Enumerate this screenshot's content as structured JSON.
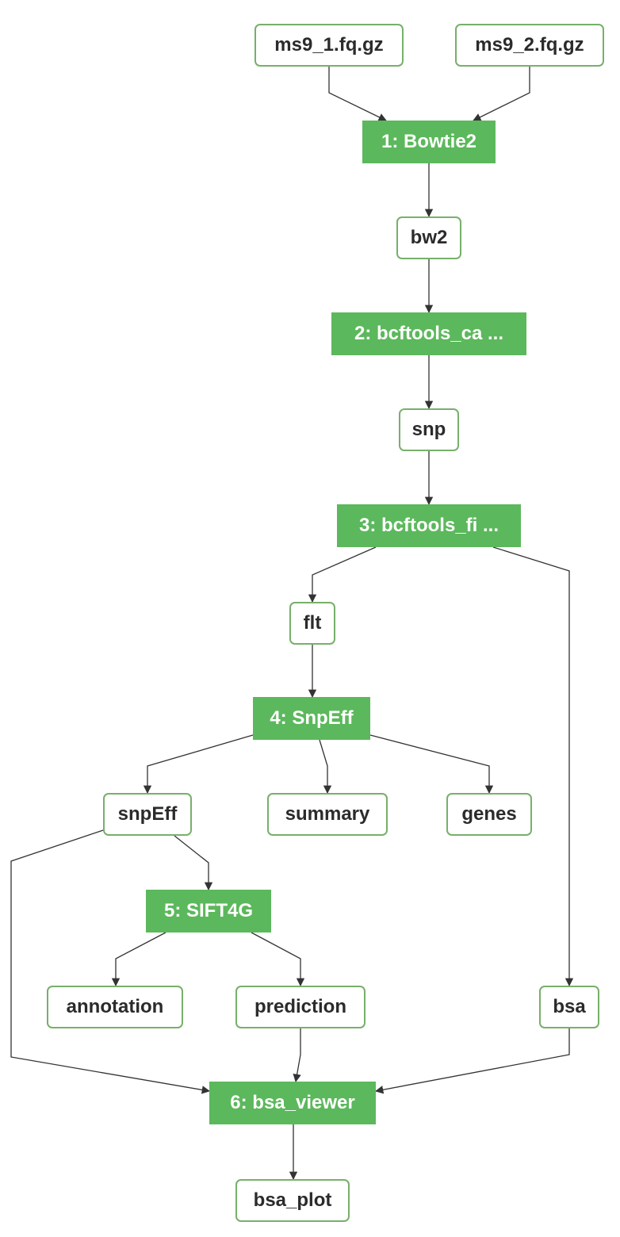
{
  "colors": {
    "tool_fill": "#5cb85c",
    "tool_text": "#ffffff",
    "data_border": "#77b06a",
    "data_text": "#2b2b2b",
    "edge": "#333333"
  },
  "nodes": [
    {
      "id": "ms9_1",
      "kind": "data",
      "label": "ms9_1.fq.gz"
    },
    {
      "id": "ms9_2",
      "kind": "data",
      "label": "ms9_2.fq.gz"
    },
    {
      "id": "bowtie2",
      "kind": "tool",
      "label": "1: Bowtie2"
    },
    {
      "id": "bw2",
      "kind": "data",
      "label": "bw2"
    },
    {
      "id": "bcftools_call",
      "kind": "tool",
      "label": "2: bcftools_ca ..."
    },
    {
      "id": "snp",
      "kind": "data",
      "label": "snp"
    },
    {
      "id": "bcftools_filter",
      "kind": "tool",
      "label": "3: bcftools_fi ..."
    },
    {
      "id": "flt",
      "kind": "data",
      "label": "flt"
    },
    {
      "id": "snpeff_tool",
      "kind": "tool",
      "label": "4: SnpEff"
    },
    {
      "id": "snpeff_out",
      "kind": "data",
      "label": "snpEff"
    },
    {
      "id": "summary",
      "kind": "data",
      "label": "summary"
    },
    {
      "id": "genes",
      "kind": "data",
      "label": "genes"
    },
    {
      "id": "sift4g",
      "kind": "tool",
      "label": "5: SIFT4G"
    },
    {
      "id": "annotation",
      "kind": "data",
      "label": "annotation"
    },
    {
      "id": "prediction",
      "kind": "data",
      "label": "prediction"
    },
    {
      "id": "bsa",
      "kind": "data",
      "label": "bsa"
    },
    {
      "id": "bsa_viewer",
      "kind": "tool",
      "label": "6: bsa_viewer"
    },
    {
      "id": "bsa_plot",
      "kind": "data",
      "label": "bsa_plot"
    }
  ],
  "edges": [
    {
      "from": "ms9_1",
      "to": "bowtie2"
    },
    {
      "from": "ms9_2",
      "to": "bowtie2"
    },
    {
      "from": "bowtie2",
      "to": "bw2"
    },
    {
      "from": "bw2",
      "to": "bcftools_call"
    },
    {
      "from": "bcftools_call",
      "to": "snp"
    },
    {
      "from": "snp",
      "to": "bcftools_filter"
    },
    {
      "from": "bcftools_filter",
      "to": "flt"
    },
    {
      "from": "bcftools_filter",
      "to": "bsa"
    },
    {
      "from": "flt",
      "to": "snpeff_tool"
    },
    {
      "from": "snpeff_tool",
      "to": "snpeff_out"
    },
    {
      "from": "snpeff_tool",
      "to": "summary"
    },
    {
      "from": "snpeff_tool",
      "to": "genes"
    },
    {
      "from": "snpeff_out",
      "to": "sift4g"
    },
    {
      "from": "snpeff_out",
      "to": "bsa_viewer"
    },
    {
      "from": "sift4g",
      "to": "annotation"
    },
    {
      "from": "sift4g",
      "to": "prediction"
    },
    {
      "from": "prediction",
      "to": "bsa_viewer"
    },
    {
      "from": "bsa",
      "to": "bsa_viewer"
    },
    {
      "from": "bsa_viewer",
      "to": "bsa_plot"
    }
  ]
}
